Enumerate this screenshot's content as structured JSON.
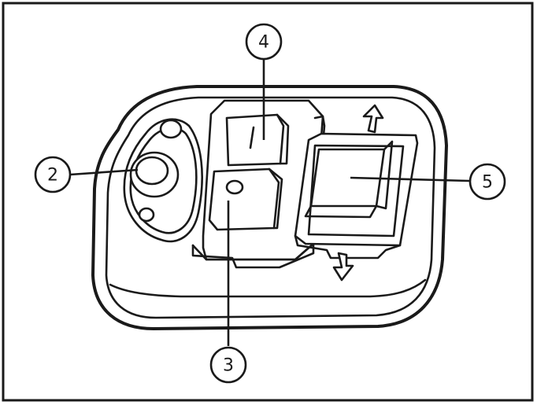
{
  "diagram": {
    "callouts": [
      {
        "id": "2",
        "label": "2"
      },
      {
        "id": "3",
        "label": "3"
      },
      {
        "id": "4",
        "label": "4"
      },
      {
        "id": "5",
        "label": "5"
      }
    ],
    "icons": {
      "arrow_up": "arrow-up-outline-icon",
      "arrow_down": "arrow-down-outline-icon"
    },
    "colors": {
      "ink": "#1a1a1a",
      "paper": "#ffffff"
    }
  }
}
